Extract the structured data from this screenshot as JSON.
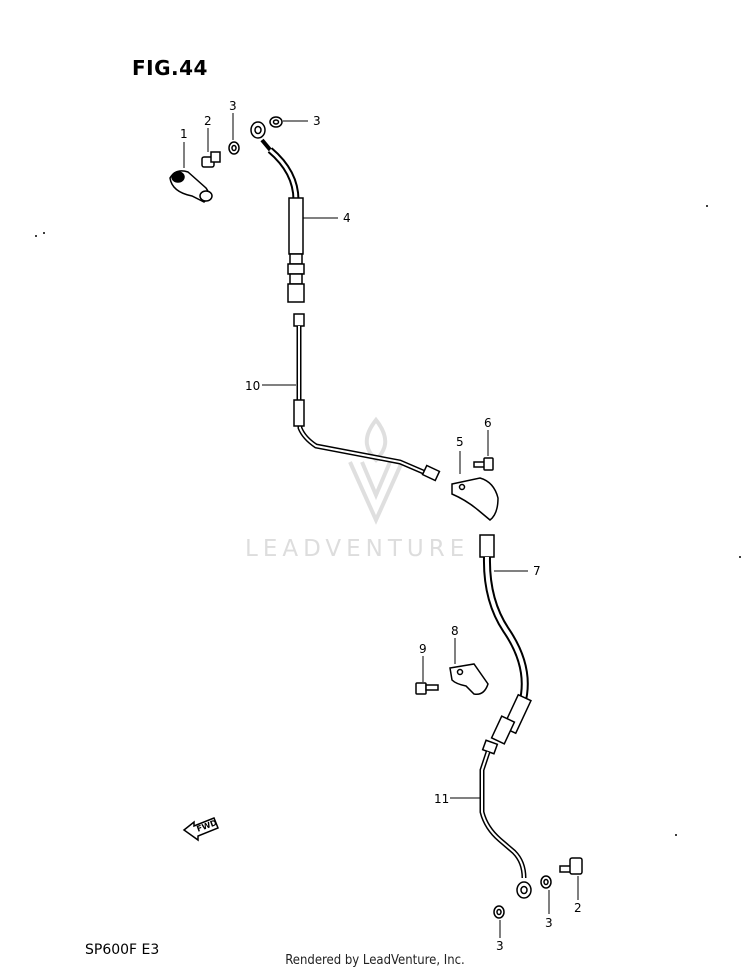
{
  "title": "FIG.44",
  "model_code": "SP600F  E3",
  "credit": "Rendered by LeadVenture, Inc.",
  "watermark": "LEADVENTURE",
  "fwd_label": "FWD",
  "callouts": {
    "c1": "1",
    "c2_top": "2",
    "c3_top_a": "3",
    "c3_top_b": "3",
    "c4": "4",
    "c5": "5",
    "c6": "6",
    "c7": "7",
    "c8": "8",
    "c9": "9",
    "c10": "10",
    "c11": "11",
    "c2_bottom": "2",
    "c3_bottom_a": "3",
    "c3_bottom_b": "3"
  }
}
